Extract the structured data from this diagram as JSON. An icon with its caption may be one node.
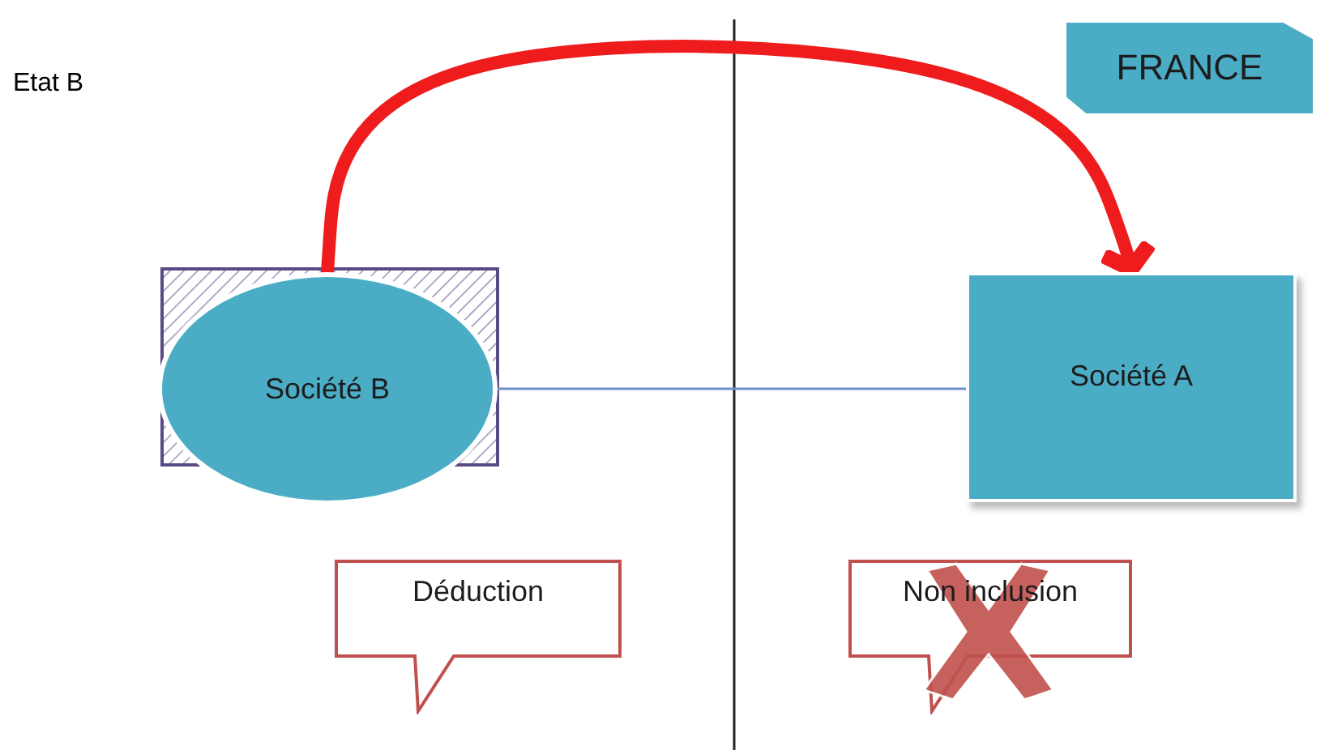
{
  "diagram": {
    "nodes": [
      {
        "text": [
          "FRANCE"
        ]
      },
      {
        "text": [
          "Société B"
        ]
      },
      {
        "text": [
          "Société A"
        ]
      },
      {
        "text": [
          "Déduction"
        ]
      },
      {
        "text": [
          "Non inclusion"
        ]
      }
    ],
    "edges": [
      {
        "from": 1,
        "to": 2,
        "arrow": "to",
        "style": "thick",
        "color": "#ee1c1c"
      },
      {
        "from": 1,
        "to": 2,
        "arrow": "none",
        "color": "#6f8fc8"
      }
    ],
    "labels": [
      "Etat B"
    ]
  }
}
